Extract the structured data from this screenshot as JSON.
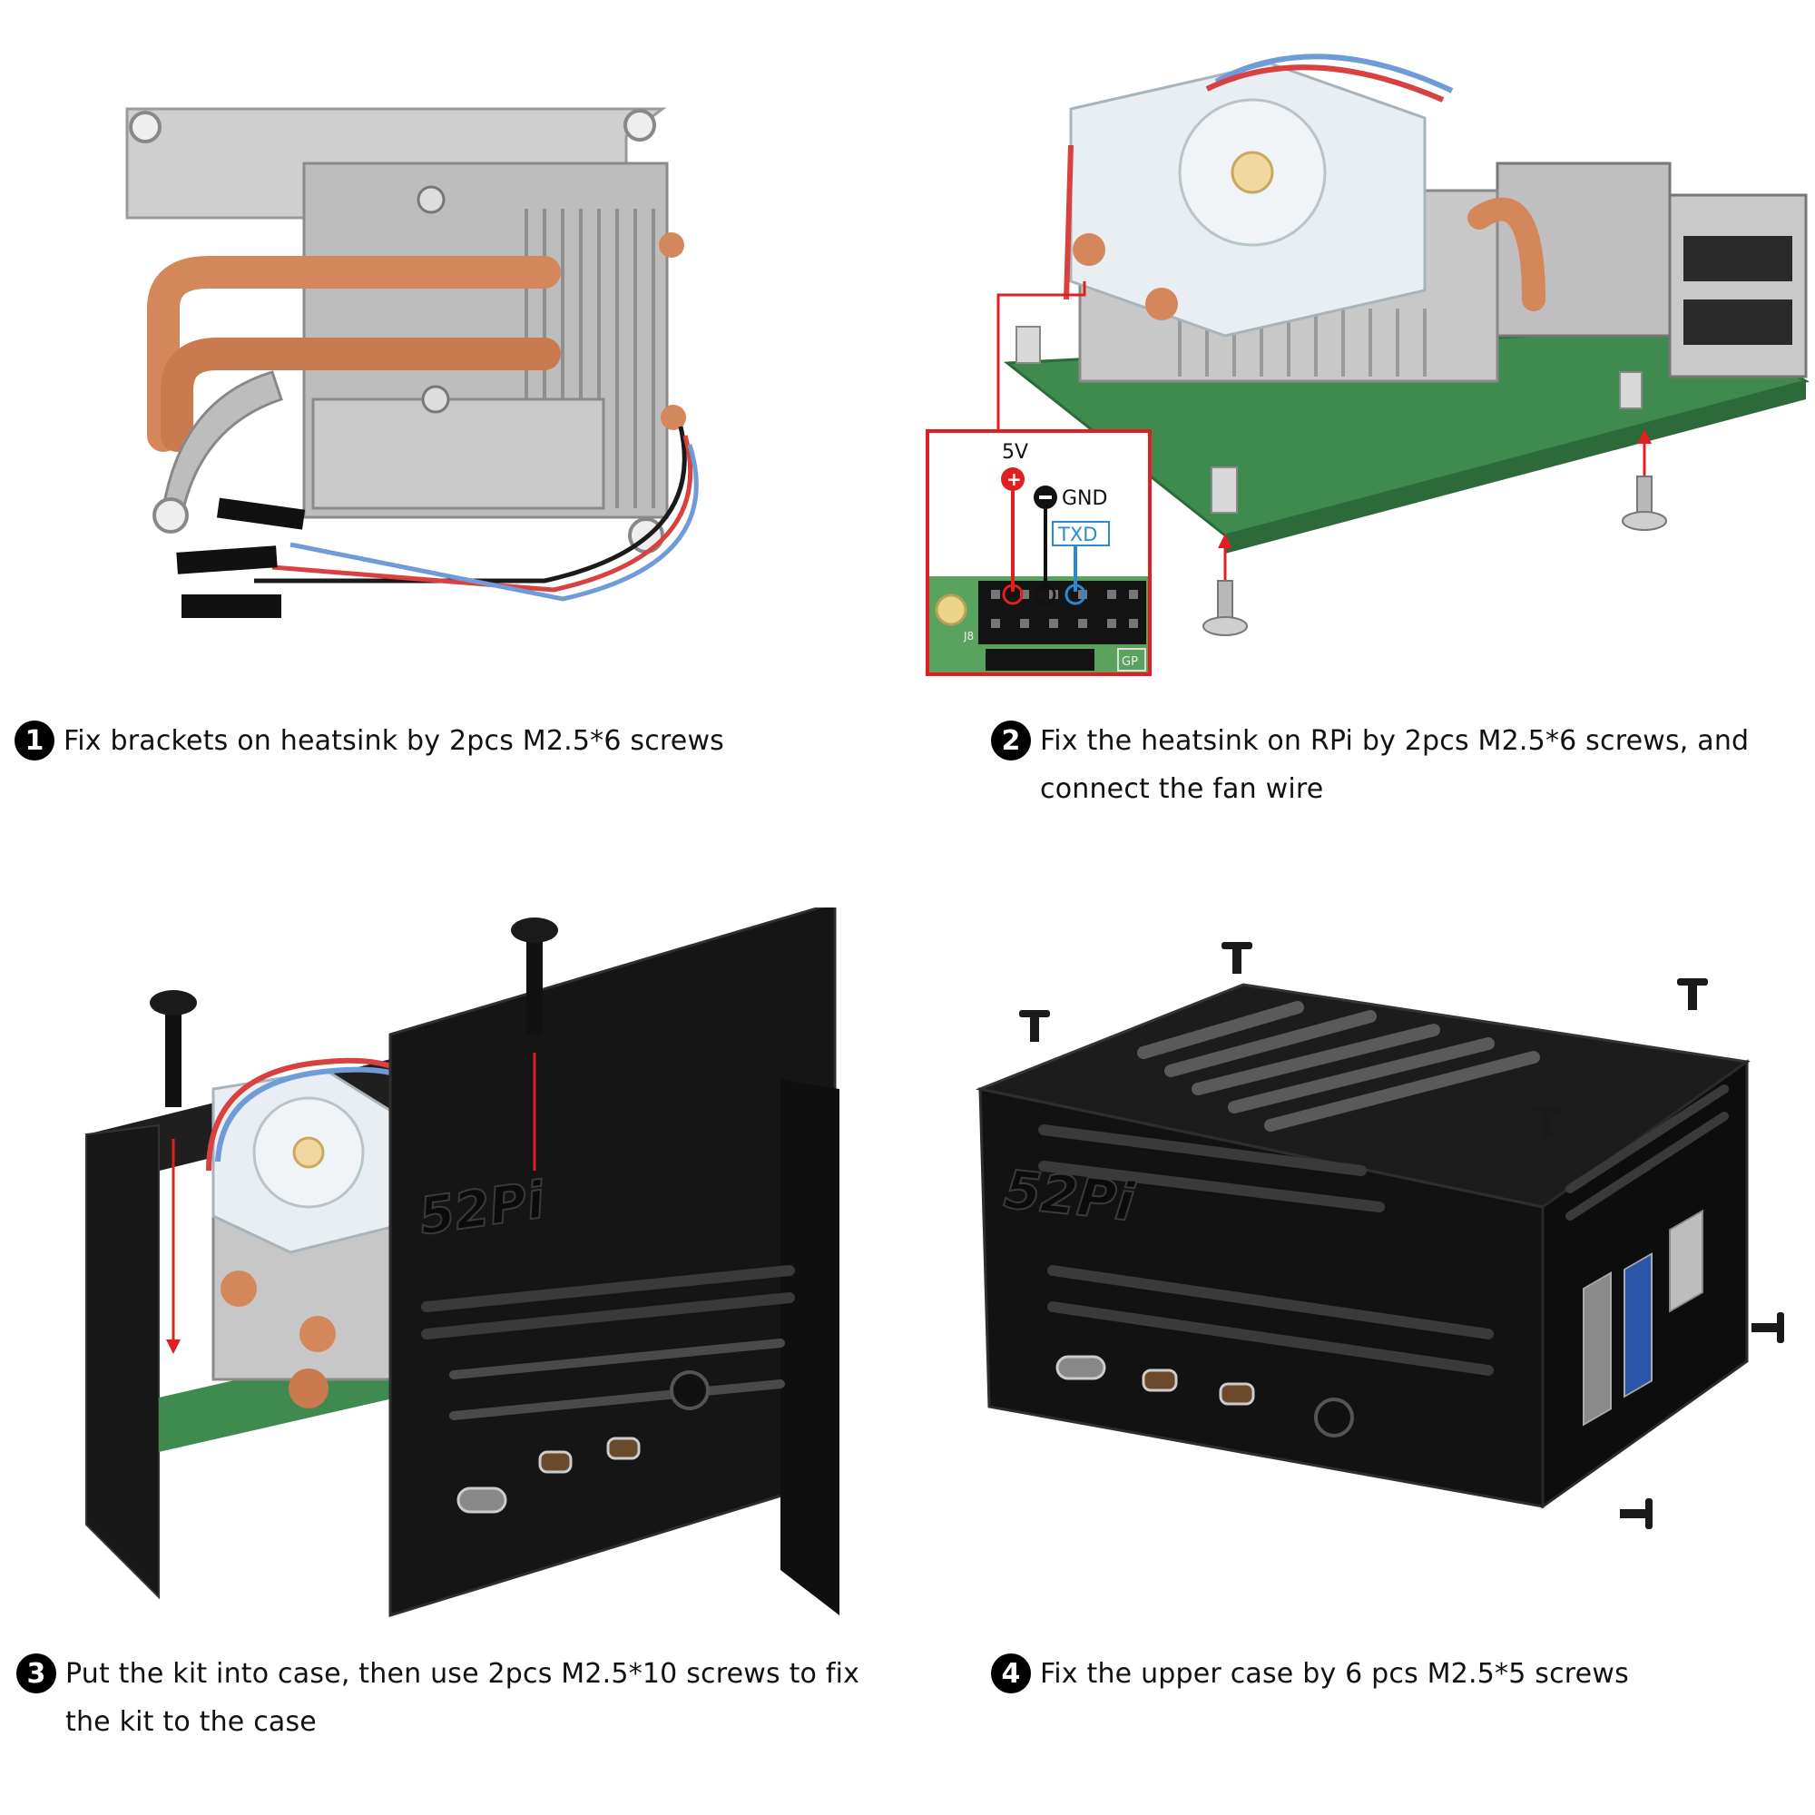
{
  "steps": [
    {
      "number": "1",
      "text": "Fix brackets on heatsink by 2pcs M2.5*6 screws"
    },
    {
      "number": "2",
      "text": "Fix the heatsink on RPi by 2pcs M2.5*6 screws, and connect the fan wire"
    },
    {
      "number": "3",
      "text": "Put the kit into case, then use 2pcs M2.5*10 screws to fix the kit to the case"
    },
    {
      "number": "4",
      "text": "Fix the upper case by 6 pcs M2.5*5 screws"
    }
  ],
  "pinout": {
    "v5": "5V",
    "gnd": "GND",
    "txd": "TXD",
    "j8": "J8",
    "gp": "GP"
  },
  "branding": {
    "case_logo": "52Pi"
  },
  "colors": {
    "copper": "#d4875a",
    "aluminum": "#c9c9c9",
    "case_black": "#151515",
    "pcb_green": "#3f8a4f",
    "annotation_red": "#e02020",
    "txd_blue": "#2a8ad6"
  }
}
